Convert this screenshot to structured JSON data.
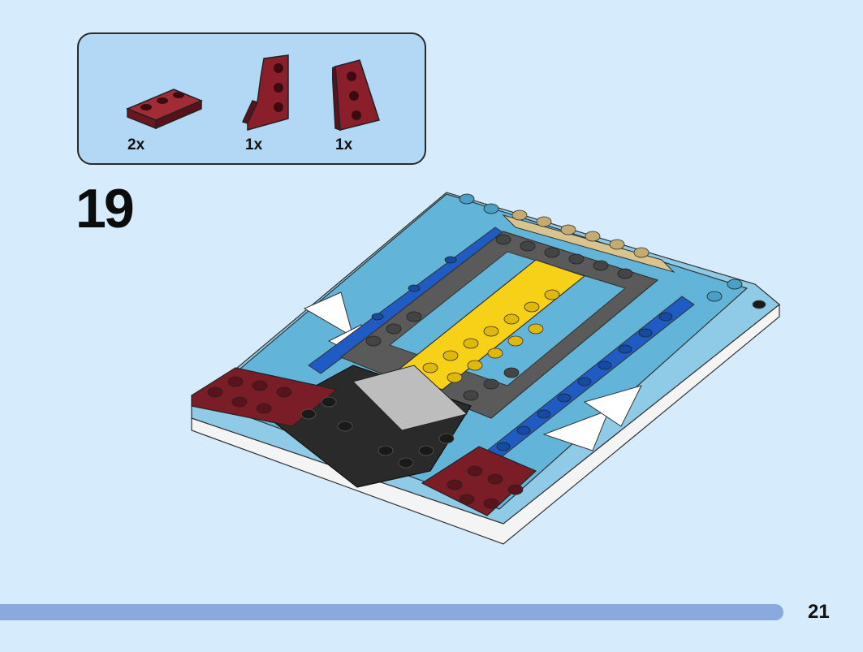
{
  "parts_panel": {
    "parts": [
      {
        "name": "plate-1x3",
        "quantity": "2x",
        "color": "#7b1d27"
      },
      {
        "name": "wedge-plate-left",
        "quantity": "1x",
        "color": "#7b1d27"
      },
      {
        "name": "wedge-plate-right",
        "quantity": "1x",
        "color": "#7b1d27"
      }
    ]
  },
  "step": {
    "number": "19"
  },
  "page": {
    "number": "21"
  },
  "colors": {
    "background": "#d6ebfb",
    "parts_panel": "#b3d8f6",
    "progress_bar": "#8aaade",
    "dark_red": "#7b1d27",
    "medium_azure": "#66b6d8",
    "blue": "#1f5bc2",
    "yellow": "#f7d117",
    "dark_gray": "#5a5a5a",
    "black": "#2a2a2a",
    "tan": "#d9c38f",
    "white": "#ffffff"
  }
}
